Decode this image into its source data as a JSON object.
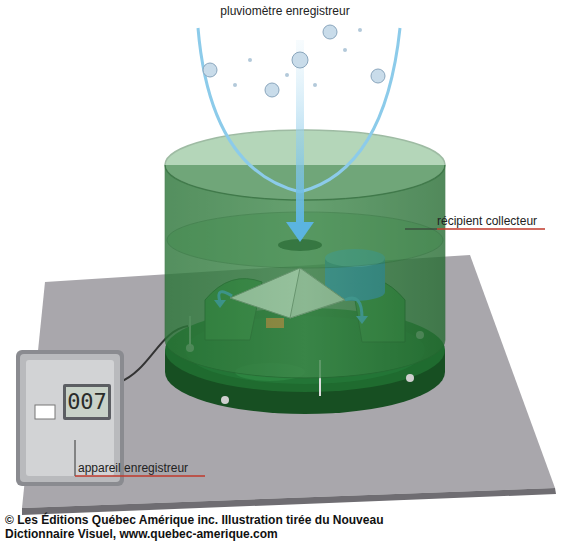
{
  "diagram": {
    "title": "pluviomètre enregistreur",
    "caption": "© Les Éditions Québec Amérique inc. Illustration tirée du Nouveau Dictionnaire Visuel, www.quebec-amerique.com",
    "labels": [
      "récipient collecteur",
      "appareil enregistreur",
      "007"
    ]
  }
}
